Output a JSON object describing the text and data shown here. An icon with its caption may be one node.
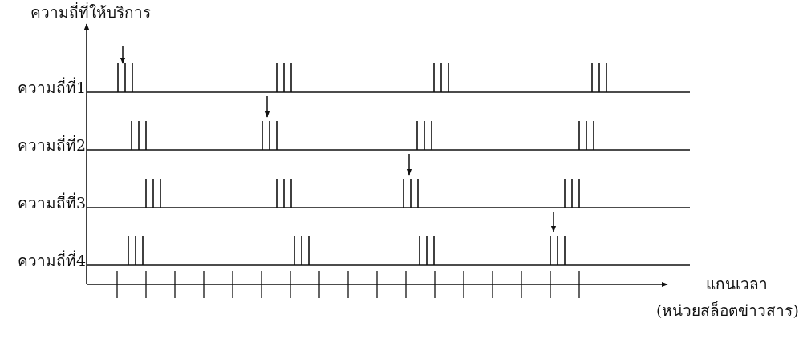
{
  "diagram": {
    "labels": [
      "ความถี่ที่ให้บริการ",
      "ความถี่ที่1",
      "ความถี่ที่2",
      "ความถี่ที่3",
      "ความถี่ที่4",
      "แกนเวลา",
      "(หน่วยสล็อตข่าวสาร)"
    ]
  }
}
